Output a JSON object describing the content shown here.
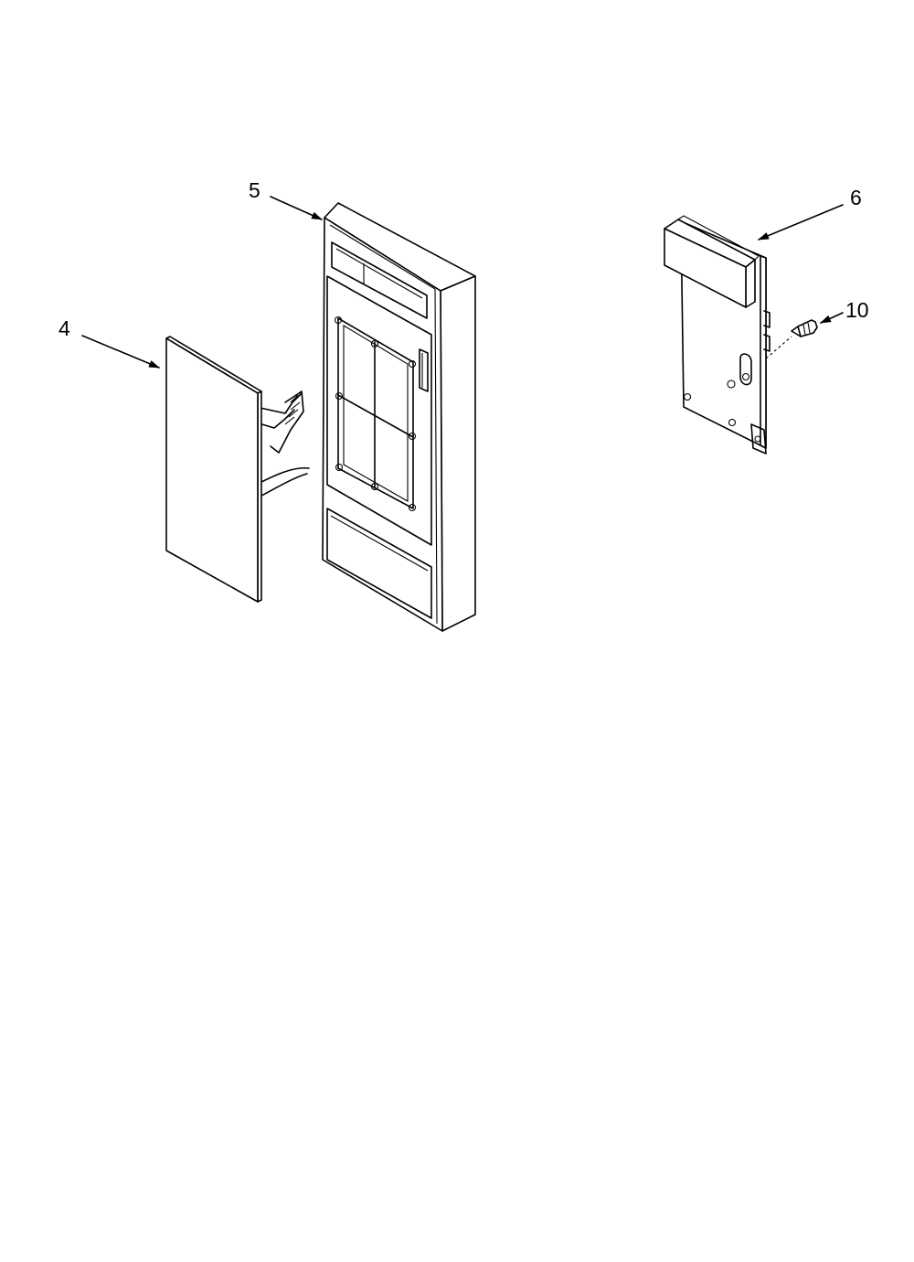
{
  "diagram": {
    "callouts": [
      {
        "id": "callout-4",
        "label": "4"
      },
      {
        "id": "callout-5",
        "label": "5"
      },
      {
        "id": "callout-6",
        "label": "6"
      },
      {
        "id": "callout-10",
        "label": "10"
      }
    ]
  }
}
